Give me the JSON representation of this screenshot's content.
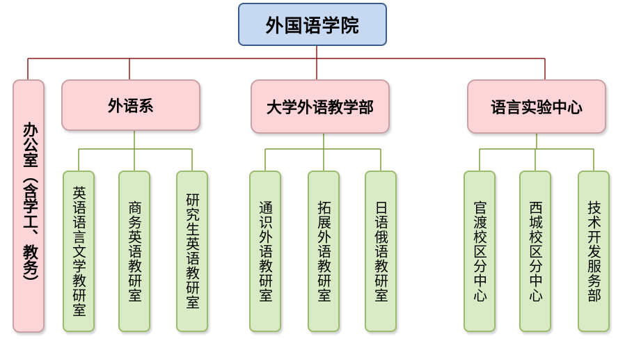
{
  "root": {
    "label": "外国语学院"
  },
  "office": {
    "label": "办公室（含学工、教务）"
  },
  "departments": [
    {
      "label": "外语系",
      "subunits": [
        "英语语言文学教研室",
        "商务英语教研室",
        "研究生英语教研室"
      ]
    },
    {
      "label": "大学外语教学部",
      "subunits": [
        "通识外语教研室",
        "拓展外语教研室",
        "日语俄语教研室"
      ]
    },
    {
      "label": "语言实验中心",
      "subunits": [
        "官渡校区分中心",
        "西城校区分中心",
        "技术开发服务部"
      ]
    }
  ],
  "colors": {
    "root_fill": "#c6d9f1",
    "root_border": "#3b5b8c",
    "dept_fill": "#fcd5d8",
    "dept_border": "#c9a0a4",
    "sub_fill": "#d8ebc4",
    "sub_border": "#9bbb6e",
    "top_connector": "#8b1a1a",
    "sub_connector": "#7a9a3a"
  }
}
